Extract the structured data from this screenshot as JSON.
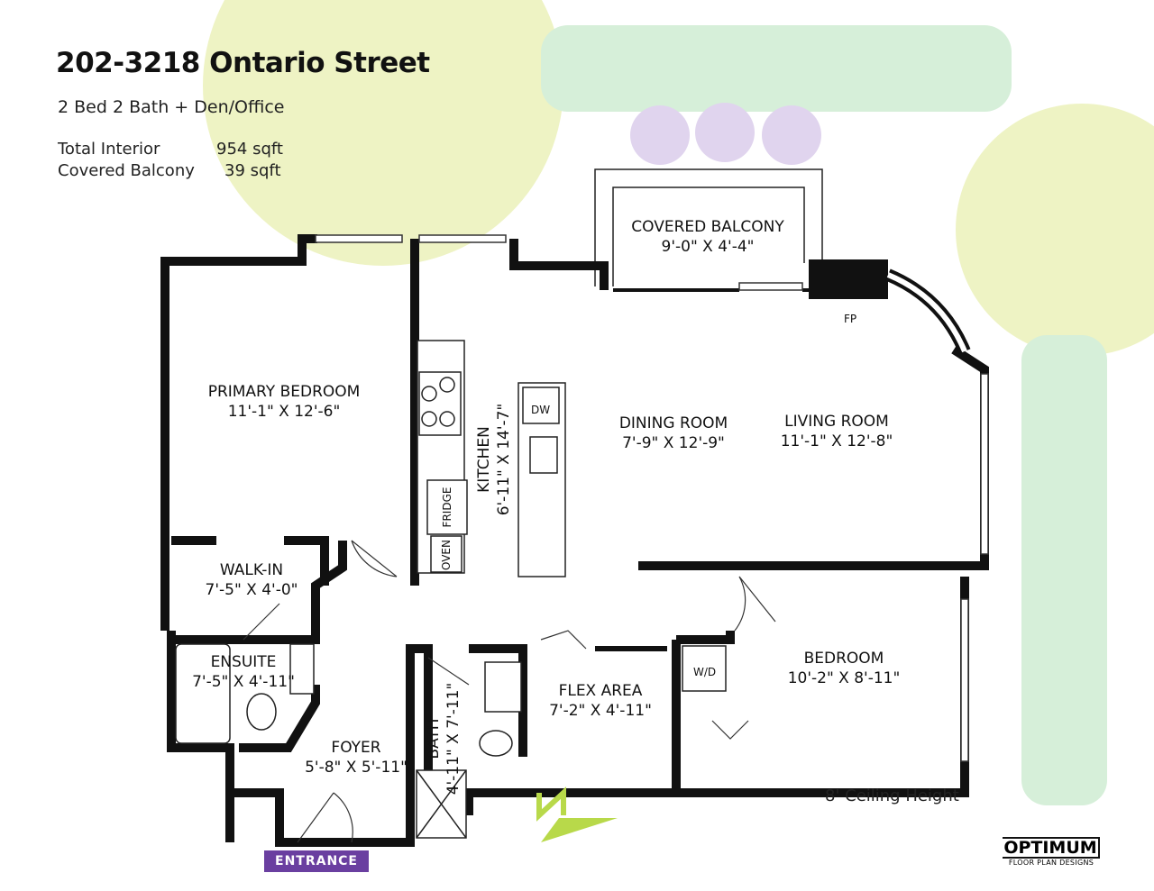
{
  "header": {
    "title": "202-3218 Ontario Street",
    "subtitle": "2 Bed 2 Bath + Den/Office",
    "stats": [
      {
        "label": "Total Interior",
        "value": "954 sqft"
      },
      {
        "label": "Covered Balcony",
        "value": "39 sqft"
      }
    ]
  },
  "rooms": {
    "balcony": {
      "name": "COVERED BALCONY",
      "size": "9'-0\" X 4'-4\""
    },
    "primary": {
      "name": "PRIMARY BEDROOM",
      "size": "11'-1\" X 12'-6\""
    },
    "kitchen": {
      "name": "KITCHEN",
      "size": "6'-11\" X 14'-7\""
    },
    "dining": {
      "name": "DINING ROOM",
      "size": "7'-9\" X 12'-9\""
    },
    "living": {
      "name": "LIVING ROOM",
      "size": "11'-1\" X 12'-8\""
    },
    "walkin": {
      "name": "WALK-IN",
      "size": "7'-5\" X 4'-0\""
    },
    "ensuite": {
      "name": "ENSUITE",
      "size": "7'-5\" X 4'-11\""
    },
    "foyer": {
      "name": "FOYER",
      "size": "5'-8\" X 5'-11\""
    },
    "bath": {
      "name": "BATH",
      "size": "4'-11\" X 7'-11\""
    },
    "flex": {
      "name": "FLEX AREA",
      "size": "7'-2\" X 4'-11\""
    },
    "bedroom": {
      "name": "BEDROOM",
      "size": "10'-2\" X 8'-11\""
    }
  },
  "fixtures": {
    "fp": "FP",
    "dw": "DW",
    "fridge": "FRIDGE",
    "oven": "OVEN",
    "wd": "W/D"
  },
  "ceiling": "8' Ceiling Height",
  "entrance": "ENTRANCE",
  "logo": {
    "name": "OPTIMUM",
    "tagline": "FLOOR PLAN DESIGNS"
  },
  "colors": {
    "tree_yellow": "#eef3c4",
    "hedge_green": "#d6efd9",
    "shrub_purple": "#e0d4ee",
    "entrance": "#6a3fa0"
  }
}
